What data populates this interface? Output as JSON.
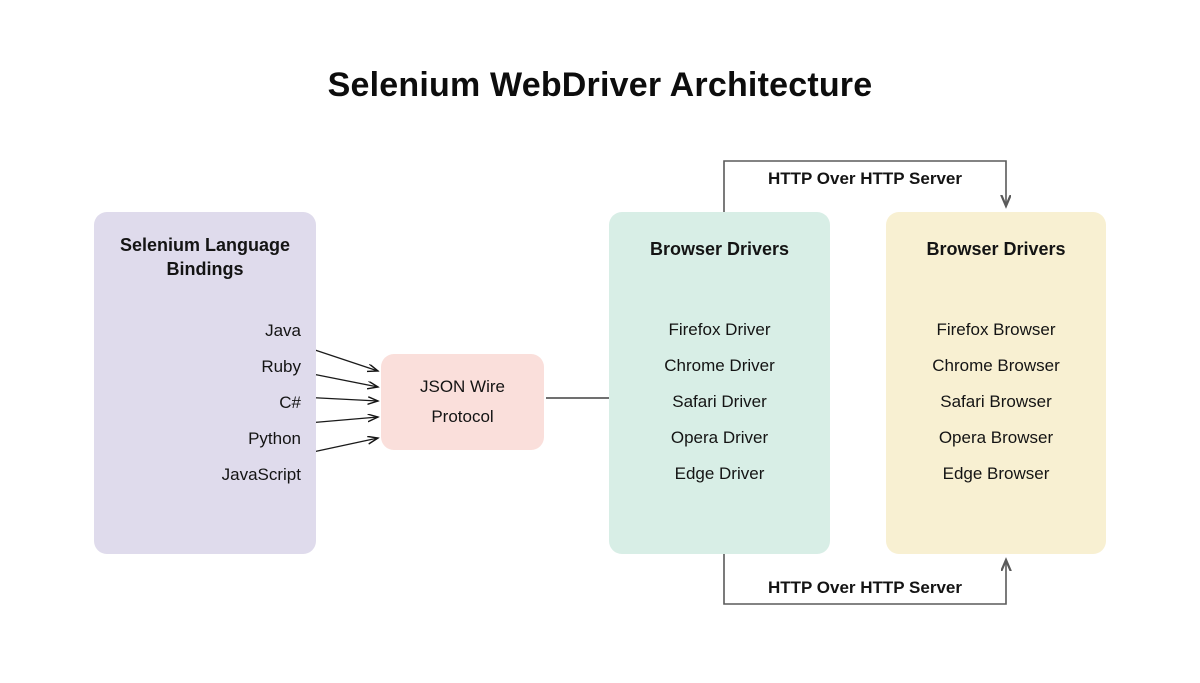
{
  "title": "Selenium WebDriver Architecture",
  "bindings_panel": {
    "title": "Selenium Language Bindings",
    "color": "#dfdbec",
    "items": [
      {
        "label": "Java"
      },
      {
        "label": "Ruby"
      },
      {
        "label": "C#"
      },
      {
        "label": "Python"
      },
      {
        "label": "JavaScript"
      }
    ]
  },
  "protocol_box": {
    "line1": "JSON Wire",
    "line2": "Protocol",
    "color": "#fadfdb"
  },
  "drivers_panel": {
    "title": "Browser Drivers",
    "color": "#d8eee6",
    "items": [
      {
        "label": "Firefox Driver"
      },
      {
        "label": "Chrome Driver"
      },
      {
        "label": "Safari Driver"
      },
      {
        "label": "Opera Driver"
      },
      {
        "label": "Edge Driver"
      }
    ]
  },
  "browsers_panel": {
    "title": "Browser Drivers",
    "color": "#f8f0d2",
    "items": [
      {
        "label": "Firefox Browser"
      },
      {
        "label": "Chrome Browser"
      },
      {
        "label": "Safari Browser"
      },
      {
        "label": "Opera Browser"
      },
      {
        "label": "Edge Browser"
      }
    ]
  },
  "connectors": {
    "top_label": "HTTP Over HTTP Server",
    "bottom_label": "HTTP Over HTTP Server",
    "line_color": "#5a5a5a",
    "arrow_color": "#141414"
  }
}
